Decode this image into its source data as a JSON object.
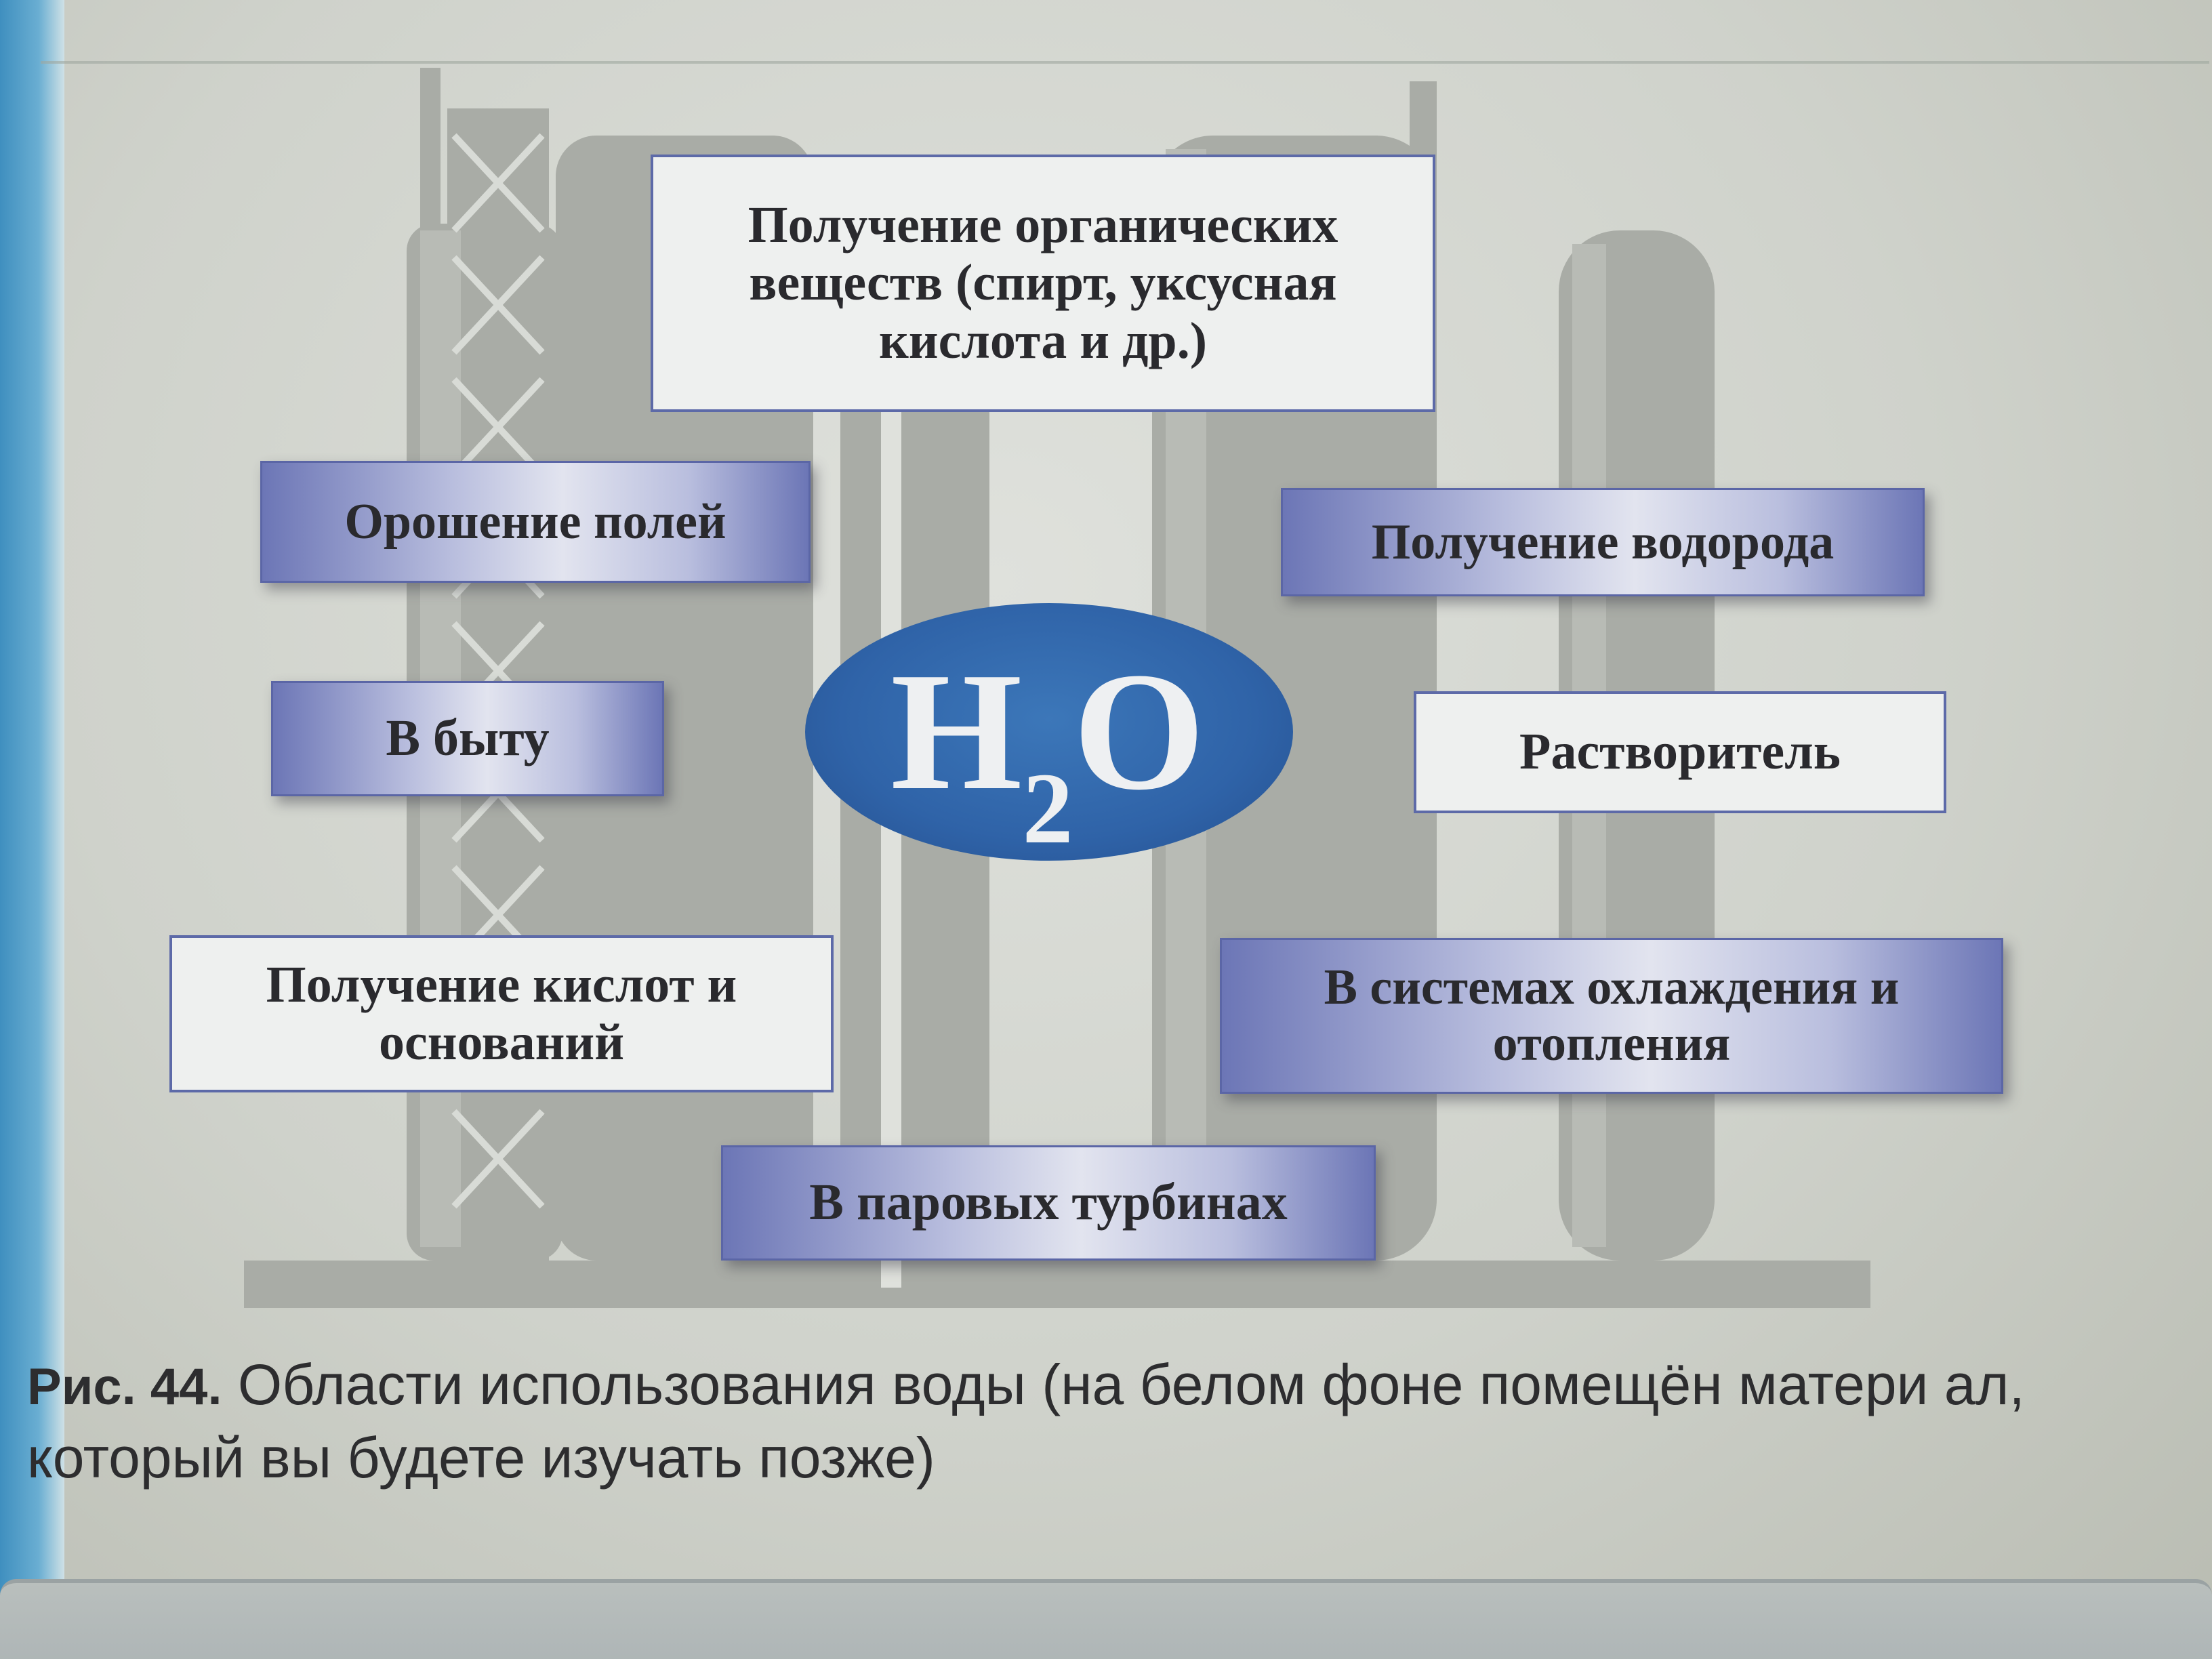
{
  "diagram": {
    "center": {
      "main": "H",
      "subscript": "2",
      "tail": "O"
    },
    "boxes": {
      "organic": "Получение органических веществ (спирт, уксусная кислота и др.)",
      "irrigation": "Орошение полей",
      "hydrogen": "Получение водорода",
      "household": "В быту",
      "solvent": "Растворитель",
      "acids": "Получение кислот и оснований",
      "cooling": "В системах охлаждения и отопления",
      "turbines": "В паровых турбинах"
    }
  },
  "caption": {
    "label": "Рис. 44.",
    "text": " Области использования воды (на белом фоне помещён матери ал, который вы будете изучать позже)"
  },
  "colors": {
    "ellipse": "#2f63a8",
    "box_border": "#5d6aa8",
    "page_edge": "#3f8fbf"
  }
}
